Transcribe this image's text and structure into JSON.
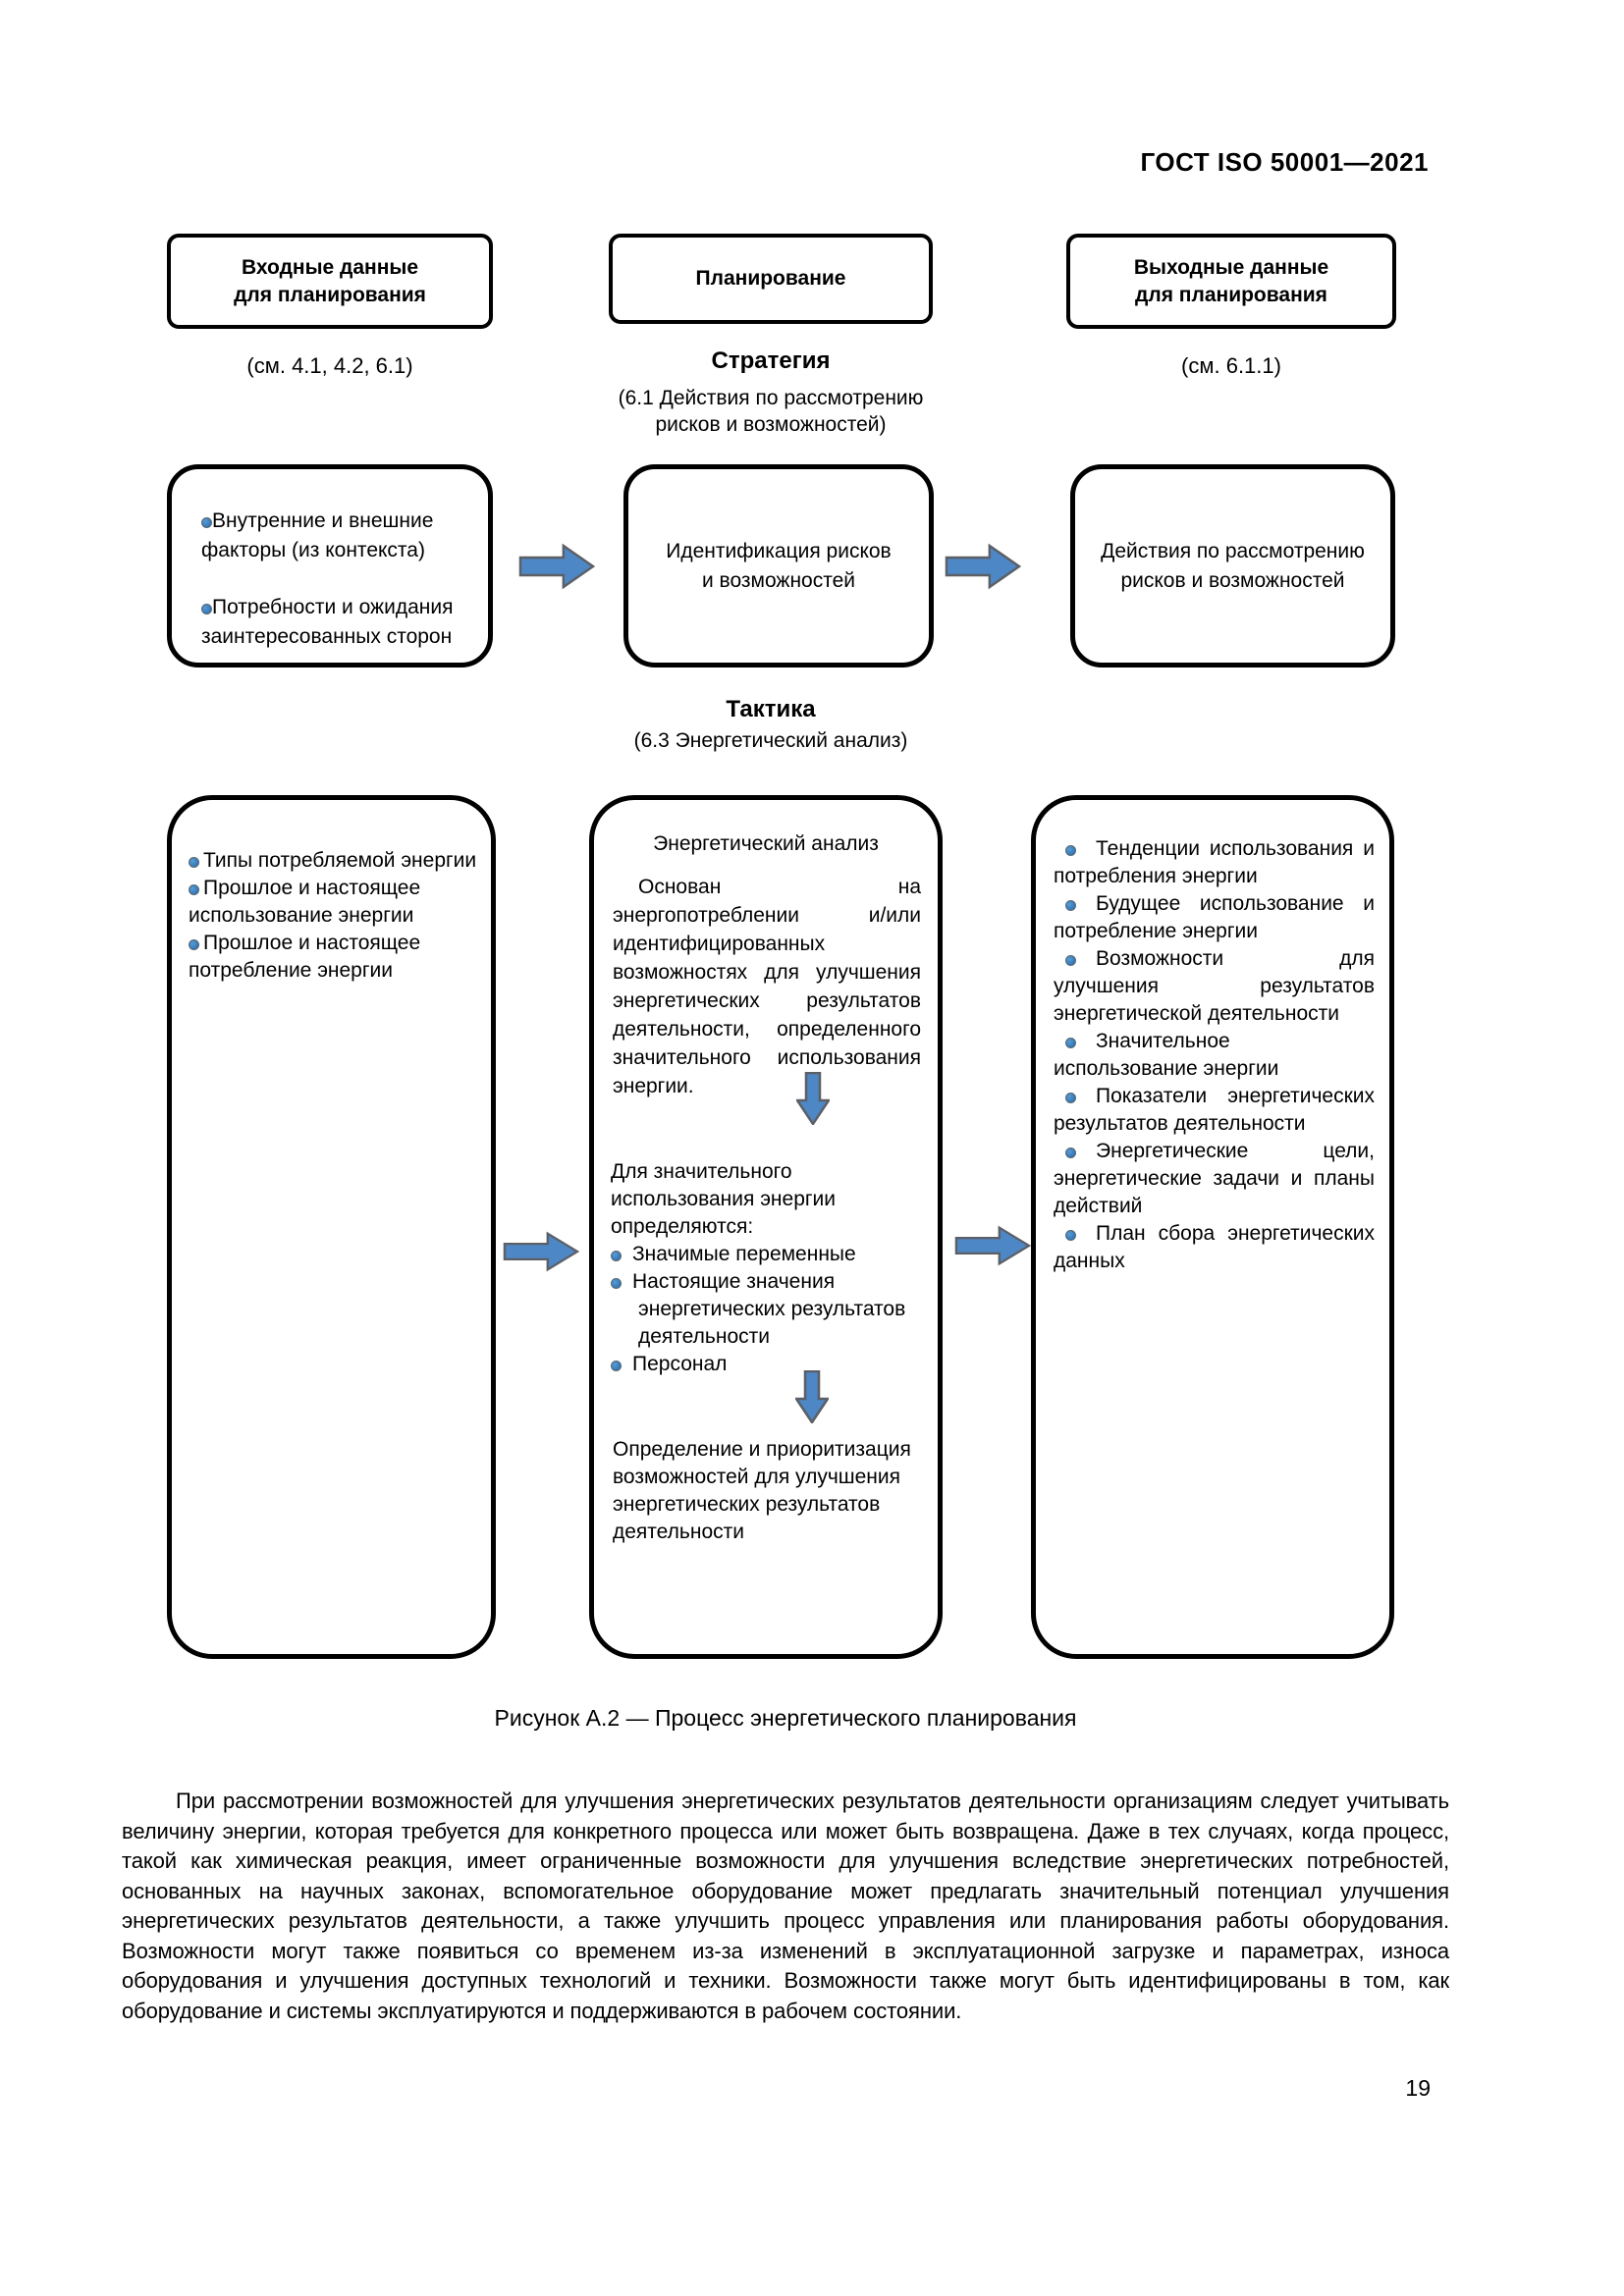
{
  "doc_header": "ГОСТ ISO 50001—2021",
  "page_number": "19",
  "column_headers": {
    "inputs": "Входные данные\nдля планирования",
    "planning": "Планирование",
    "outputs": "Выходные данные\nдля планирования"
  },
  "refs": {
    "inputs": "(см. 4.1, 4.2, 6.1)",
    "outputs": "(см. 6.1.1)"
  },
  "strategy": {
    "title": "Стратегия",
    "subtitle": "(6.1 Действия по рассмотрению рисков и возможностей)"
  },
  "tactics": {
    "title": "Тактика",
    "subtitle": "(6.3 Энергетический анализ)"
  },
  "strategy_row": {
    "context_bullets": [
      "Внутренние и внешние факторы (из контекста)",
      "Потребности и ожидания заинтересованных сторон"
    ],
    "identification": "Идентификация рисков\nи возможностей",
    "actions": "Действия по рассмотрению\nрисков и возможностей"
  },
  "tactics_row": {
    "energy_inputs": [
      "Типы потребляемой энергии",
      "Прошлое и настоящее использование энергии",
      "Прошлое и настоящее потребление энергии"
    ],
    "review": {
      "title": "Энергетический анализ",
      "basis": "Основан на энергопотреблении и/или идентифицированных возможностях для улучшения энергетических результатов деятельности, определенного значительного использования энергии.",
      "determine_intro": "Для значительного использования энергии определяются:",
      "determine_bullets": [
        "Значимые переменные",
        "Настоящие значения энергетических результатов деятельности",
        "Персонал"
      ],
      "prioritization": "Определение и приоритизация возможностей для улучшения энергетических результатов деятельности"
    },
    "energy_outputs": [
      "Тенденции использования и потребления энергии",
      "Будущее использование и потребление энергии",
      "Возможности для улучшения результатов энергетической деятельности",
      "Значительное использование энергии",
      "Показатели энергетических результатов деятельности",
      "Энергетические цели, энергетические задачи и планы действий",
      "План сбора энергетических данных"
    ]
  },
  "figure_caption": "Рисунок А.2 — Процесс энергетического планирования",
  "body_paragraph": "При рассмотрении возможностей для улучшения энергетических результатов деятельности организациям следует учитывать величину энергии, которая требуется для конкретного процесса или может быть возвращена. Даже в тех случаях, когда процесс, такой как химическая реакция, имеет ограниченные возможности для улучшения вследствие энергетических потребностей, основанных на научных законах, вспомогательное оборудование может предлагать значительный потенциал улучшения энергетических результатов деятельности, а также улучшить процесс управления или планирования работы оборудования. Возможности могут также появиться со временем из-за изменений в эксплуатационной загрузке и параметрах, износа оборудования и улучшения доступных технологий и техники. Возможности также могут быть идентифицированы в том, как оборудование и системы эксплуатируются и поддерживаются в рабочем состоянии.",
  "colors": {
    "arrow_fill": "#4e87c5",
    "arrow_stroke": "#5b5f66",
    "bullet_fill": "#2e75b6",
    "bullet_ring": "#5b6770"
  }
}
